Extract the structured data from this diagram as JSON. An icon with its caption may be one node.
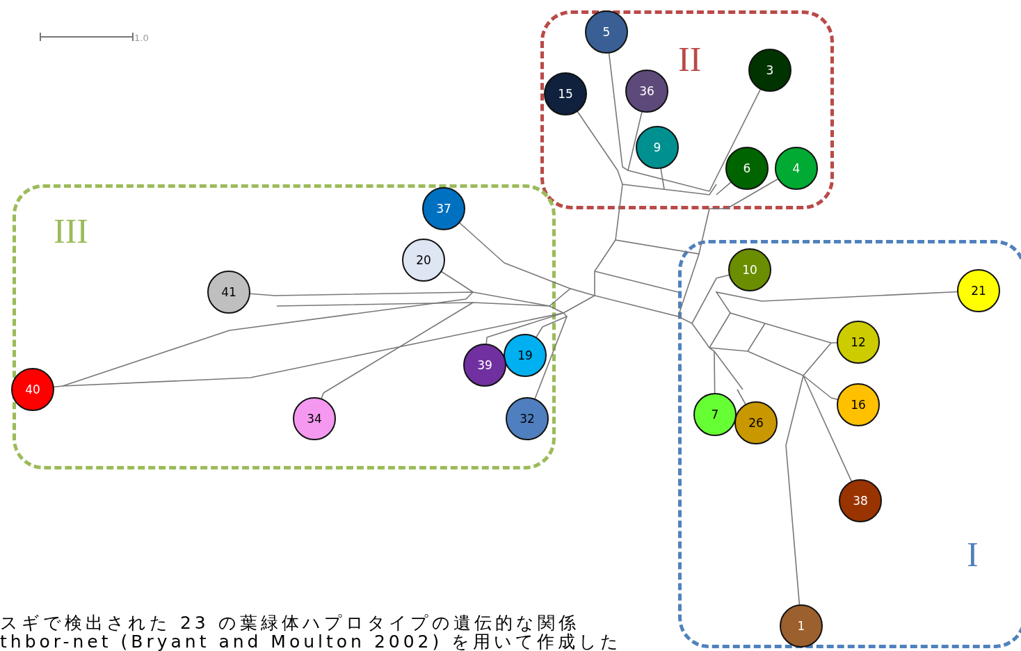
{
  "diagram": {
    "caption": "スギで検出された 23 の葉緑体ハプロタイプの遺伝的な関係 thbor-net (Bryant and Moulton 2002) を用いて作成した",
    "nodes": [
      {
        "text": [
          "II"
        ]
      },
      {
        "text": [
          "5"
        ],
        "in": 0
      },
      {
        "text": [
          "15"
        ],
        "in": 0
      },
      {
        "text": [
          "36"
        ],
        "in": 0
      },
      {
        "text": [
          "3"
        ],
        "in": 0
      },
      {
        "text": [
          "9"
        ],
        "in": 0
      },
      {
        "text": [
          "6"
        ],
        "in": 0
      },
      {
        "text": [
          "4"
        ],
        "in": 0
      },
      {
        "text": [
          "III"
        ]
      },
      {
        "text": [
          "37"
        ]
      },
      {
        "text": [
          "20"
        ]
      },
      {
        "text": [
          "41"
        ]
      },
      {
        "text": [
          "19"
        ]
      },
      {
        "text": [
          "39"
        ]
      },
      {
        "text": [
          "40"
        ],
        "in": 8
      },
      {
        "text": [
          "34"
        ],
        "in": 8
      },
      {
        "text": [
          "32"
        ],
        "in": 8
      },
      {
        "text": [
          "I"
        ]
      },
      {
        "text": [
          "10"
        ]
      },
      {
        "text": [
          "21"
        ],
        "in": 17
      },
      {
        "text": [
          "12"
        ],
        "in": 17
      },
      {
        "text": [
          "16"
        ],
        "in": 17
      },
      {
        "text": [
          "7"
        ],
        "in": 17
      },
      {
        "text": [
          "26"
        ],
        "in": 17
      },
      {
        "text": [
          "38"
        ],
        "in": 17
      },
      {
        "text": [
          "1"
        ],
        "in": 17
      },
      {
        "text": [],
        "shape": "picture"
      }
    ],
    "edges": [
      {
        "from": 1,
        "to": 26,
        "arrow": "none"
      },
      {
        "from": 2,
        "to": 26,
        "arrow": "none"
      },
      {
        "from": 3,
        "to": 26,
        "arrow": "none"
      },
      {
        "from": 4,
        "to": 26,
        "arrow": "none"
      },
      {
        "from": 5,
        "to": 26,
        "arrow": "none"
      },
      {
        "from": 6,
        "to": 26,
        "arrow": "none"
      },
      {
        "from": 7,
        "to": 26,
        "arrow": "none"
      },
      {
        "from": 9,
        "to": 26,
        "arrow": "none"
      },
      {
        "from": 10,
        "to": 26,
        "arrow": "none"
      },
      {
        "from": 11,
        "to": 26,
        "arrow": "none"
      },
      {
        "from": 12,
        "to": 26,
        "arrow": "none"
      },
      {
        "from": 13,
        "to": 26,
        "arrow": "none"
      },
      {
        "from": 14,
        "to": 26,
        "arrow": "none"
      },
      {
        "from": 15,
        "to": 26,
        "arrow": "none"
      },
      {
        "from": 16,
        "to": 26,
        "arrow": "none"
      },
      {
        "from": 18,
        "to": 26,
        "arrow": "none"
      },
      {
        "from": 19,
        "to": 26,
        "arrow": "none"
      },
      {
        "from": 20,
        "to": 26,
        "arrow": "none"
      },
      {
        "from": 21,
        "to": 26,
        "arrow": "none"
      },
      {
        "from": 22,
        "to": 26,
        "arrow": "none"
      },
      {
        "from": 23,
        "to": 26,
        "arrow": "none"
      },
      {
        "from": 24,
        "to": 26,
        "arrow": "none"
      },
      {
        "from": 25,
        "to": 26,
        "arrow": "none"
      }
    ],
    "labels": [
      "1.0"
    ]
  }
}
